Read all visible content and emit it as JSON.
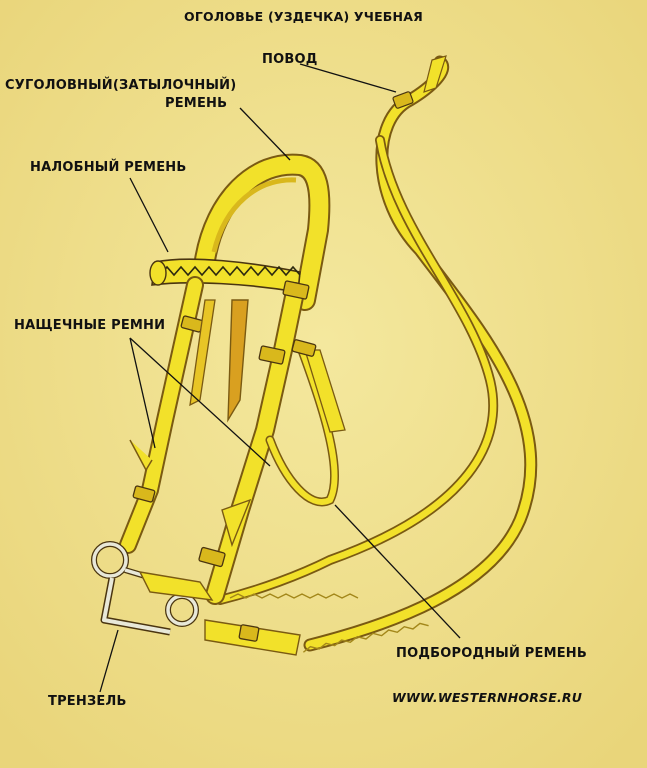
{
  "title": "ОГОЛОВЬЕ (УЗДЕЧКА) УЧЕБНАЯ",
  "labels": {
    "rein": "ПОВОД",
    "headstall_line1": "СУГОЛОВНЫЙ(ЗАТЫЛОЧНЫЙ)",
    "headstall_line2": "РЕМЕНЬ",
    "browband": "НАЛОБНЫЙ РЕМЕНЬ",
    "cheek_straps": "НАЩЕЧНЫЕ РЕМНИ",
    "chin_strap": "ПОДБОРОДНЫЙ РЕМЕНЬ",
    "snaffle": "ТРЕНЗЕЛЬ"
  },
  "website": "WWW.WESTERNHORSE.RU",
  "colors": {
    "background": "#efe08e",
    "leather": "#f2e12a",
    "leather_shade": "#d9b81c",
    "outline": "#7a5a12",
    "metal": "#e8e8d8",
    "text": "#111111"
  }
}
